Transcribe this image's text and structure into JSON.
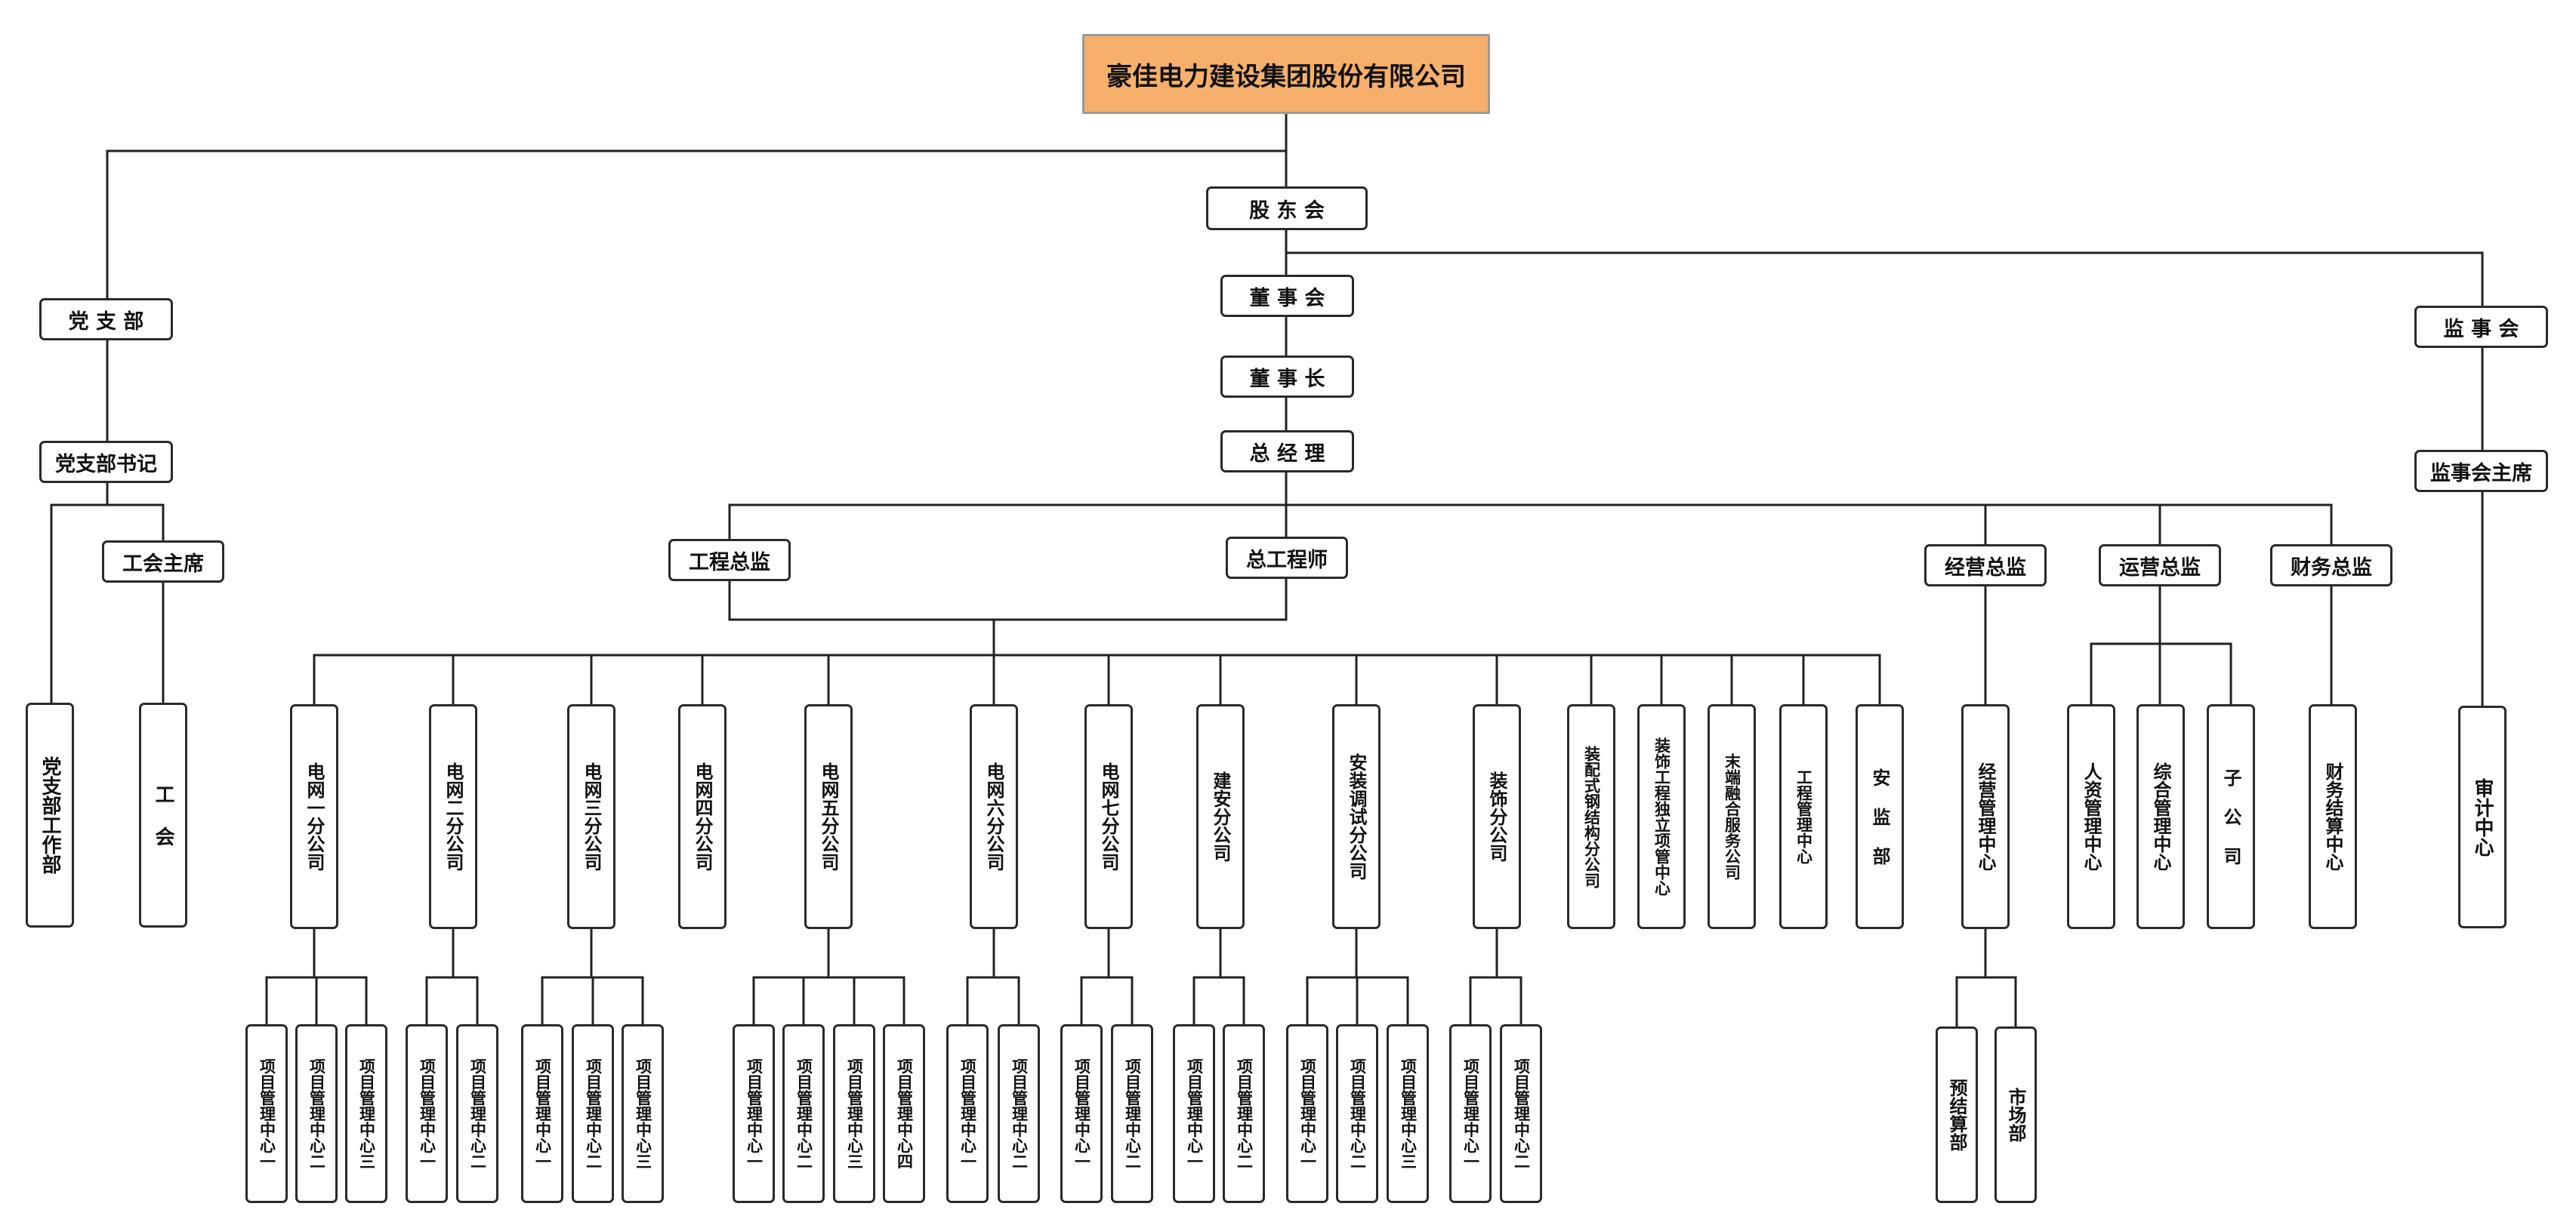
{
  "root": "豪佳电力建设集团股份有限公司",
  "shareholders": "股 东 会",
  "board": "董 事 会",
  "chairman": "董 事 长",
  "gm": "总 经 理",
  "party": "党 支 部",
  "party_secretary": "党支部书记",
  "union_chair": "工会主席",
  "party_work": "党支部工作部",
  "union": "工  会",
  "supervisory_board": "监 事 会",
  "supervisory_chair": "监事会主席",
  "audit_center": "审计中心",
  "eng_director": "工程总监",
  "chief_engineer": "总工程师",
  "ops_director": "经营总监",
  "operations_director": "运营总监",
  "finance_director": "财务总监",
  "units": [
    "电网一分公司",
    "电网二分公司",
    "电网三分公司",
    "电网四分公司",
    "电网五分公司",
    "电网六分公司",
    "电网七分公司",
    "建安分公司",
    "安装调试分公司",
    "装饰分公司",
    "装配式钢结构分公司",
    "装饰工程独立项管中心",
    "末端融合服务公司",
    "工程管理中心",
    "安 监 部"
  ],
  "biz_center": "经营管理中心",
  "hr_center": "人资管理中心",
  "admin_center": "综合管理中心",
  "subsidiary": "子  公  司",
  "fin_center": "财务结算中心",
  "budget_dept": "预结算部",
  "market_dept": "市场部",
  "pm_centers": [
    "项目管理中心一",
    "项目管理中心二",
    "项目管理中心三",
    "项目管理中心四"
  ]
}
